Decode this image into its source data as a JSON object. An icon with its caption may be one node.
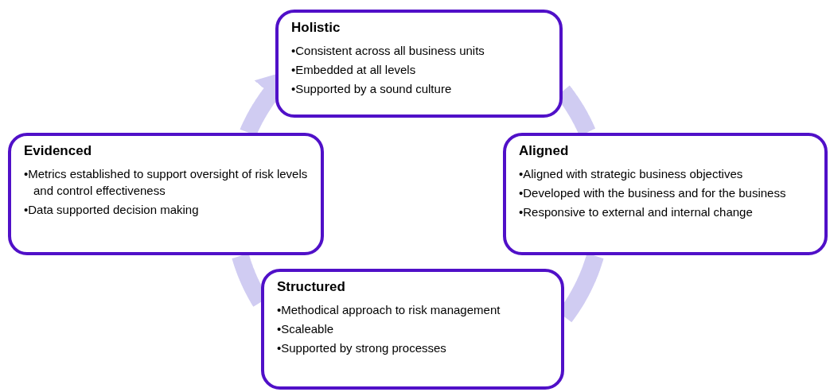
{
  "diagram": {
    "nodes": [
      {
        "text": [
          "Holistic",
          "•Consistent across all business units",
          "•Embedded at all levels",
          "•Supported by a sound culture"
        ]
      },
      {
        "text": [
          "Aligned",
          "•Aligned with strategic business objectives",
          "•Developed with the business and for the business",
          "•Responsive to external and internal change"
        ]
      },
      {
        "text": [
          "Structured",
          "•Methodical approach to risk management",
          "•Scaleable",
          "•Supported by strong processes"
        ]
      },
      {
        "text": [
          "Evidenced",
          "•Metrics established to support oversight of risk levels and control effectiveness",
          "•Data supported decision making"
        ]
      }
    ],
    "edges": [
      {
        "from": 0,
        "to": 1,
        "arrow": "none"
      },
      {
        "from": 1,
        "to": 2,
        "arrow": "none"
      },
      {
        "from": 2,
        "to": 3,
        "arrow": "none"
      },
      {
        "from": 3,
        "to": 0,
        "arrow": "to"
      }
    ]
  }
}
